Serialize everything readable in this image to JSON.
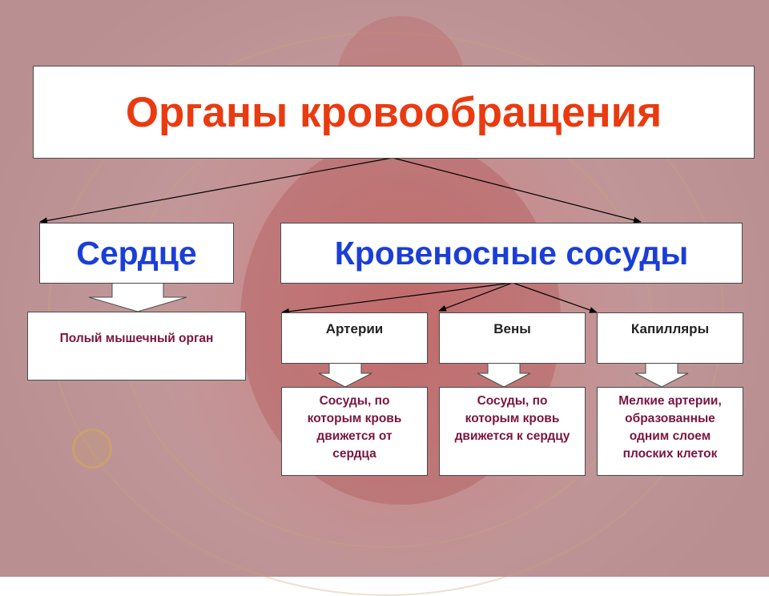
{
  "title": "Органы кровообращения",
  "heart": {
    "label": "Сердце",
    "description": "Полый мышечный орган"
  },
  "vessels": {
    "label": "Кровеносные сосуды",
    "types": [
      {
        "name": "Артерии",
        "description": "Сосуды, по которым кровь движется от сердца"
      },
      {
        "name": "Вены",
        "description": "Сосуды, по которым кровь движется к сердцу"
      },
      {
        "name": "Капилляры",
        "description": "Мелкие артерии, образованные одним слоем плоских клеток"
      }
    ]
  },
  "colors": {
    "title": "#ea3a10",
    "level1": "#1b3ed8",
    "description": "#7a1540"
  }
}
